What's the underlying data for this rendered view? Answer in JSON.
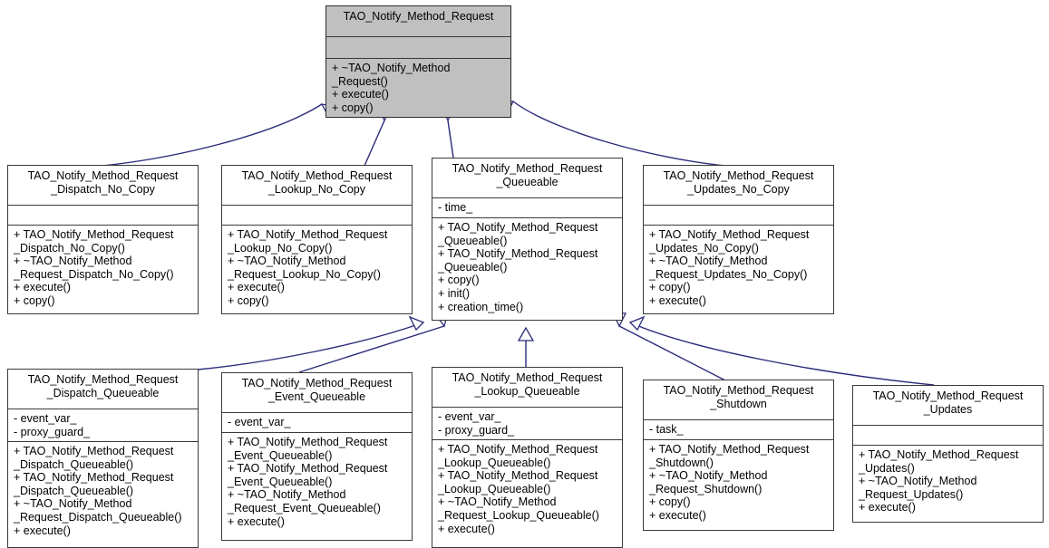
{
  "diagram": {
    "kind": "uml-class-inheritance-diagram",
    "title": "TAO_Notify_Method_Request inheritance graph",
    "edge_color": "#2a2a7a",
    "root_fill": "#c0c0c0",
    "box_fill": "#ffffff",
    "border_color": "#3a3a3a"
  },
  "classes": [
    {
      "id": "root",
      "name": "TAO_Notify_Method_Request",
      "attributes": [],
      "operations": [
        "+ ~TAO_Notify_Method\n_Request()",
        "+ execute()",
        "+ copy()"
      ]
    },
    {
      "id": "dispatch_no_copy",
      "name": "TAO_Notify_Method_Request\n_Dispatch_No_Copy",
      "attributes": [],
      "operations": [
        "+ TAO_Notify_Method_Request\n_Dispatch_No_Copy()",
        "+ ~TAO_Notify_Method\n_Request_Dispatch_No_Copy()",
        "+ execute()",
        "+ copy()"
      ]
    },
    {
      "id": "lookup_no_copy",
      "name": "TAO_Notify_Method_Request\n_Lookup_No_Copy",
      "attributes": [],
      "operations": [
        "+ TAO_Notify_Method_Request\n_Lookup_No_Copy()",
        "+ ~TAO_Notify_Method\n_Request_Lookup_No_Copy()",
        "+ execute()",
        "+ copy()"
      ]
    },
    {
      "id": "queueable",
      "name": "TAO_Notify_Method_Request\n_Queueable",
      "attributes": [
        "- time_"
      ],
      "operations": [
        "+ TAO_Notify_Method_Request\n_Queueable()",
        "+ TAO_Notify_Method_Request\n_Queueable()",
        "+ copy()",
        "+ init()",
        "+ creation_time()"
      ]
    },
    {
      "id": "updates_no_copy",
      "name": "TAO_Notify_Method_Request\n_Updates_No_Copy",
      "attributes": [],
      "operations": [
        "+ TAO_Notify_Method_Request\n_Updates_No_Copy()",
        "+ ~TAO_Notify_Method\n_Request_Updates_No_Copy()",
        "+ copy()",
        "+ execute()"
      ]
    },
    {
      "id": "dispatch_queueable",
      "name": "TAO_Notify_Method_Request\n_Dispatch_Queueable",
      "attributes": [
        "- event_var_",
        "- proxy_guard_"
      ],
      "operations": [
        "+ TAO_Notify_Method_Request\n_Dispatch_Queueable()",
        "+ TAO_Notify_Method_Request\n_Dispatch_Queueable()",
        "+ ~TAO_Notify_Method\n_Request_Dispatch_Queueable()",
        "+ execute()"
      ]
    },
    {
      "id": "event_queueable",
      "name": "TAO_Notify_Method_Request\n_Event_Queueable",
      "attributes": [
        "- event_var_"
      ],
      "operations": [
        "+ TAO_Notify_Method_Request\n_Event_Queueable()",
        "+ TAO_Notify_Method_Request\n_Event_Queueable()",
        "+ ~TAO_Notify_Method\n_Request_Event_Queueable()",
        "+ execute()"
      ]
    },
    {
      "id": "lookup_queueable",
      "name": "TAO_Notify_Method_Request\n_Lookup_Queueable",
      "attributes": [
        "- event_var_",
        "- proxy_guard_"
      ],
      "operations": [
        "+ TAO_Notify_Method_Request\n_Lookup_Queueable()",
        "+ TAO_Notify_Method_Request\n_Lookup_Queueable()",
        "+ ~TAO_Notify_Method\n_Request_Lookup_Queueable()",
        "+ execute()"
      ]
    },
    {
      "id": "shutdown",
      "name": "TAO_Notify_Method_Request\n_Shutdown",
      "attributes": [
        "- task_"
      ],
      "operations": [
        "+ TAO_Notify_Method_Request\n_Shutdown()",
        "+ ~TAO_Notify_Method\n_Request_Shutdown()",
        "+ copy()",
        "+ execute()"
      ]
    },
    {
      "id": "updates",
      "name": "TAO_Notify_Method_Request\n_Updates",
      "attributes": [],
      "operations": [
        "+ TAO_Notify_Method_Request\n_Updates()",
        "+ ~TAO_Notify_Method\n_Request_Updates()",
        "+ execute()"
      ]
    }
  ],
  "edges": [
    {
      "from": "dispatch_no_copy",
      "to": "root",
      "relation": "generalization"
    },
    {
      "from": "lookup_no_copy",
      "to": "root",
      "relation": "generalization"
    },
    {
      "from": "queueable",
      "to": "root",
      "relation": "generalization"
    },
    {
      "from": "updates_no_copy",
      "to": "root",
      "relation": "generalization"
    },
    {
      "from": "dispatch_queueable",
      "to": "queueable",
      "relation": "generalization"
    },
    {
      "from": "event_queueable",
      "to": "queueable",
      "relation": "generalization"
    },
    {
      "from": "lookup_queueable",
      "to": "queueable",
      "relation": "generalization"
    },
    {
      "from": "shutdown",
      "to": "queueable",
      "relation": "generalization"
    },
    {
      "from": "updates",
      "to": "queueable",
      "relation": "generalization"
    }
  ]
}
